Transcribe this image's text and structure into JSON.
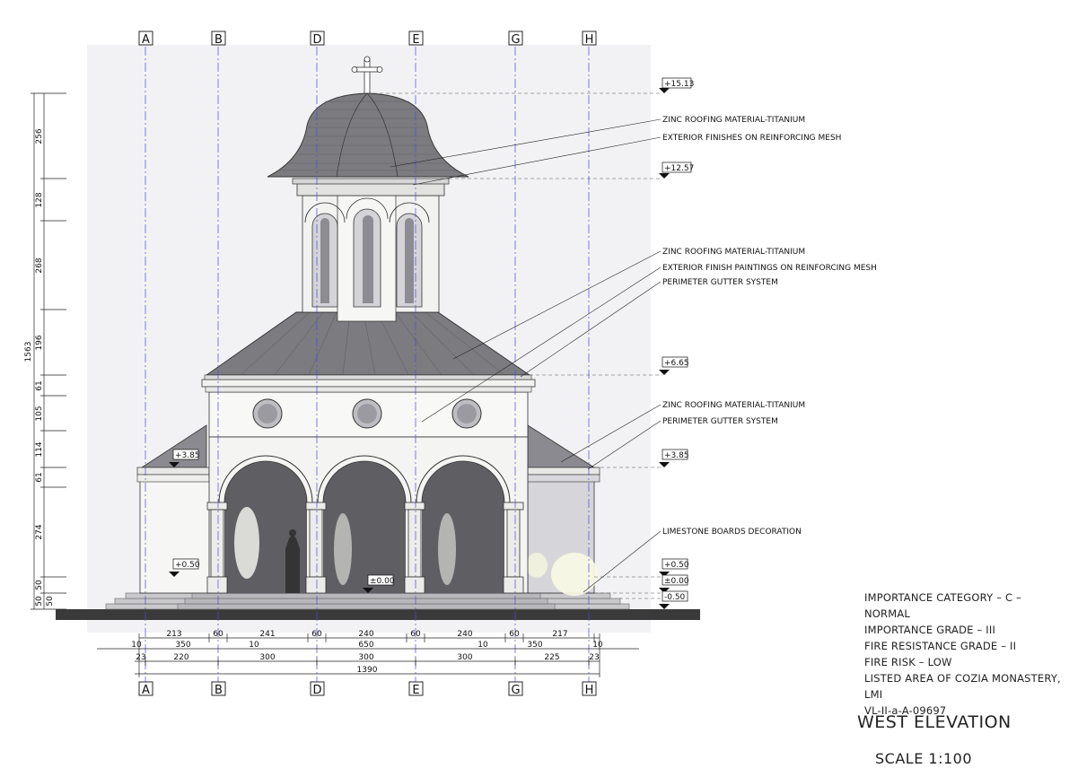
{
  "grid_labels_top": [
    "A",
    "B",
    "D",
    "E",
    "G",
    "H"
  ],
  "grid_labels_bottom": [
    "A",
    "B",
    "D",
    "E",
    "G",
    "H"
  ],
  "level_marks": {
    "top": "+15.13",
    "dome_base": "+12.57",
    "eave": "+6.65",
    "side_right": "+3.85",
    "side_left": "+3.85",
    "plinth_right": "+0.50",
    "plinth_left": "+0.50",
    "floor_right": "±0.00",
    "floor_center": "±0.00",
    "ground": "-0.50"
  },
  "annotations": [
    "ZINC ROOFING MATERIAL-TITANIUM",
    "EXTERIOR FINISHES ON REINFORCING MESH",
    "ZINC ROOFING MATERIAL-TITANIUM",
    "EXTERIOR FINISH PAINTINGS ON REINFORCING MESH",
    "PERIMETER GUTTER SYSTEM",
    "ZINC ROOFING MATERIAL-TITANIUM",
    "PERIMETER GUTTER SYSTEM",
    "LIMESTONE BOARDS DECORATION"
  ],
  "vertical_dims": {
    "total": "1563",
    "segments": [
      "256",
      "128",
      "268",
      "196",
      "61",
      "105",
      "114",
      "61",
      "274",
      "50",
      "50",
      "50"
    ]
  },
  "horizontal_dims": {
    "row1": [
      "213",
      "60",
      "241",
      "60",
      "240",
      "60",
      "240",
      "60",
      "217"
    ],
    "row2": [
      "10",
      "350",
      "10",
      "650",
      "10",
      "350",
      "10"
    ],
    "row3": [
      "23",
      "220",
      "300",
      "300",
      "300",
      "225",
      "23"
    ],
    "total": "1390"
  },
  "info_lines": [
    "IMPORTANCE CATEGORY – C – NORMAL",
    "IMPORTANCE GRADE – III",
    "FIRE RESISTANCE GRADE – II",
    "FIRE RISK – LOW",
    "LISTED AREA OF COZIA MONASTERY, LMI",
    "VL-II-a-A-09697"
  ],
  "title": "WEST ELEVATION",
  "scale": "SCALE 1:100",
  "colors": {
    "background_panel": "#f2f2f4",
    "roof": "#7b7b80",
    "grid_line": "#4a4ad8",
    "ground": "#3a3a3a",
    "wall": "#f7f7f5",
    "shadow": "#8e8e93"
  }
}
